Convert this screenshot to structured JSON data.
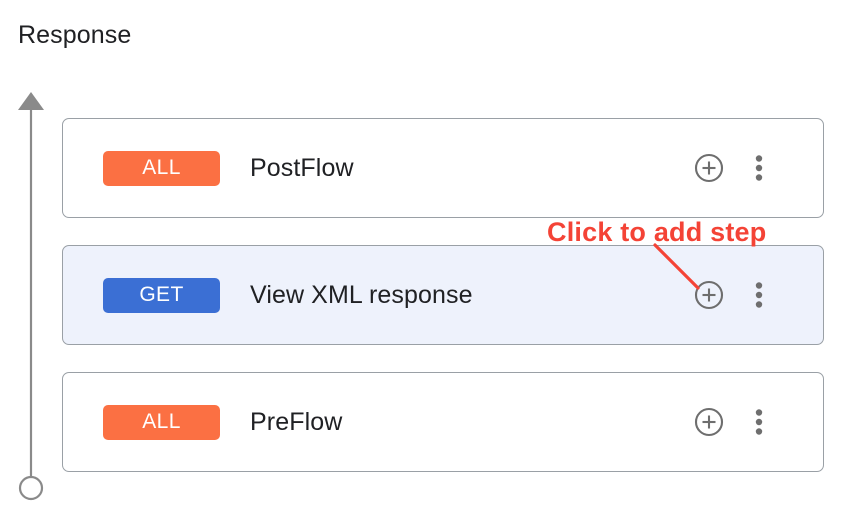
{
  "page": {
    "title": "Response"
  },
  "colors": {
    "badge_all": "#fb7043",
    "badge_get": "#3b6fd4",
    "selected_row_background": "#eef2fc",
    "card_border": "#9aa0a6",
    "icon_gray": "#6e6e6e",
    "annotation_red": "#f44336",
    "title_text": "#202124"
  },
  "flow_axis": {
    "direction_icon": "arrow-up-icon",
    "endpoint_icon": "circle-outline-icon"
  },
  "steps": [
    {
      "badge": "ALL",
      "badge_type": "all",
      "label": "PostFlow",
      "selected": false,
      "add_icon": "plus-circle-icon",
      "more_icon": "more-vertical-icon"
    },
    {
      "badge": "GET",
      "badge_type": "get",
      "label": "View XML response",
      "selected": true,
      "add_icon": "plus-circle-icon",
      "more_icon": "more-vertical-icon"
    },
    {
      "badge": "ALL",
      "badge_type": "all",
      "label": "PreFlow",
      "selected": false,
      "add_icon": "plus-circle-icon",
      "more_icon": "more-vertical-icon"
    }
  ],
  "annotation": {
    "text": "Click to add step",
    "pointer_icon": "callout-line-icon"
  }
}
